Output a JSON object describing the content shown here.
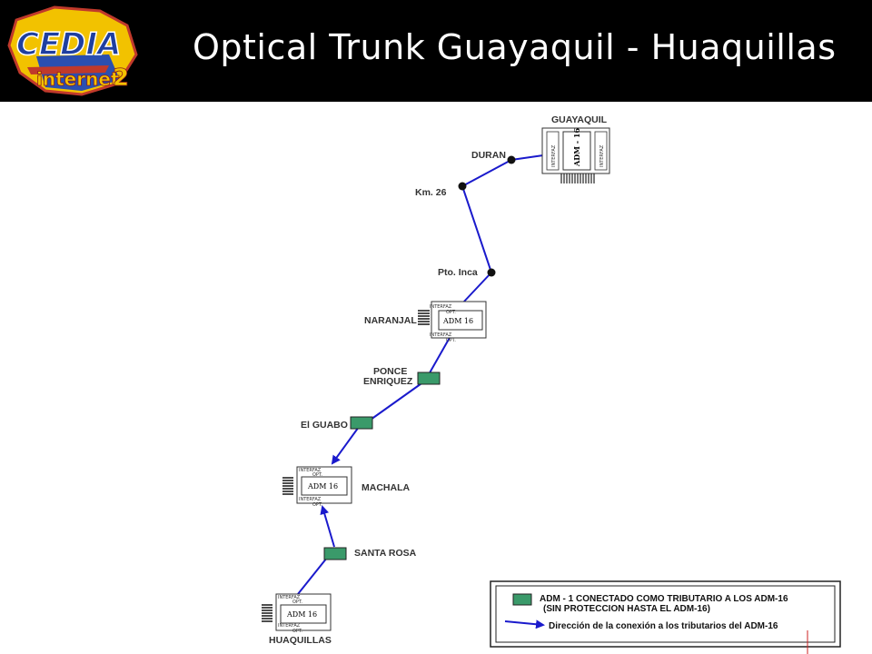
{
  "header": {
    "title": "Optical Trunk Guayaquil - Huaquillas",
    "logo_text": "CEDIA",
    "logo_sub": "internet",
    "logo_sub_num": "2"
  },
  "nodes": {
    "guayaquil": "GUAYAQUIL",
    "duran": "DURAN",
    "km26": "Km. 26",
    "pto_inca": "Pto. Inca",
    "naranjal": "NARANJAL",
    "ponce_1": "PONCE",
    "ponce_2": "ENRIQUEZ",
    "el_guabo": "El GUABO",
    "machala": "MACHALA",
    "santa_rosa": "SANTA ROSA",
    "huaquillas": "HUAQUILLAS"
  },
  "devices": {
    "adm16": "ADM 16",
    "adm16_vertical": "ADM - 16",
    "interfaz": "INTERFAZ",
    "opt": "OPT.",
    "side_label": "INTERFAZ"
  },
  "legend": {
    "line1": "ADM - 1  CONECTADO COMO TRIBUTARIO A LOS ADM-16",
    "line2": "(SIN PROTECCION HASTA EL ADM-16)",
    "line3": "Dirección de la conexión a los tributarios del ADM-16"
  },
  "colors": {
    "line": "#1a1acc",
    "adm1_fill": "#3a9a6a",
    "header_bg": "#000000"
  }
}
